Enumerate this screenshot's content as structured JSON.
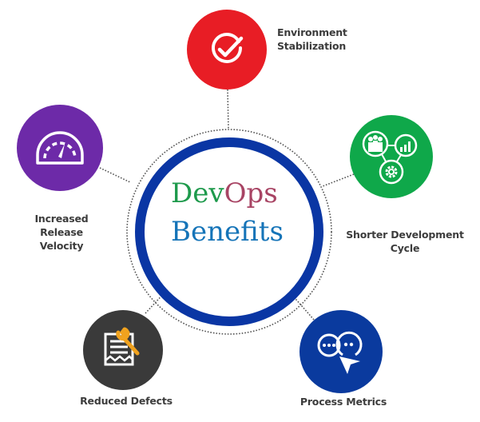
{
  "title": {
    "word1_part1": "Dev",
    "word1_part2": "Ops",
    "word2": "Benefits",
    "colors": {
      "dev": "#1e9a4c",
      "ops": "#a84464",
      "benefits": "#1574b8"
    }
  },
  "center": {
    "ring_color": "#0a36a4"
  },
  "benefits": [
    {
      "id": "environment-stabilization",
      "label_line1": "Environment",
      "label_line2": "Stabilization",
      "icon": "check-circle-icon",
      "color": "#e81d25"
    },
    {
      "id": "shorter-development-cycle",
      "label_line1": "Shorter Development",
      "label_line2": "Cycle",
      "icon": "team-chart-gear-icon",
      "color": "#0fa84a"
    },
    {
      "id": "process-metrics",
      "label_line1": "Process Metrics",
      "label_line2": "",
      "icon": "chat-cursor-icon",
      "color": "#0a3a9e"
    },
    {
      "id": "reduced-defects",
      "label_line1": "Reduced Defects",
      "label_line2": "",
      "icon": "document-wrench-icon",
      "color": "#3a3a3a"
    },
    {
      "id": "increased-release-velocity",
      "label_line1": "Increased Release",
      "label_line2": "Velocity",
      "icon": "speedometer-icon",
      "color": "#6d2aa8"
    }
  ],
  "accent": {
    "wrench": "#f0a21e",
    "connector": "#555555"
  }
}
